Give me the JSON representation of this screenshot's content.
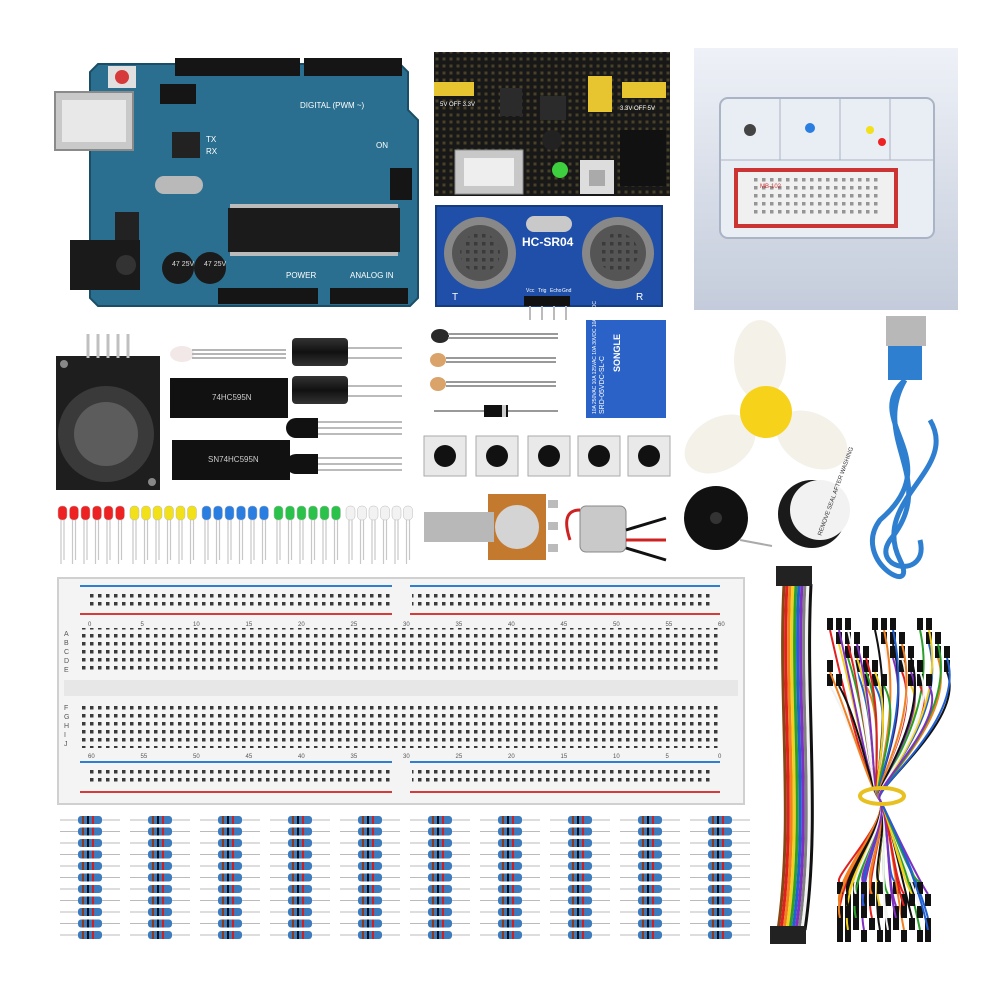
{
  "arduino": {
    "digital_label": "DIGITAL (PWM ~)",
    "power_label": "POWER",
    "analog_label": "ANALOG IN",
    "tx_label": "TX",
    "rx_label": "RX",
    "on_label": "ON",
    "cap1": "47 25V",
    "cap2": "47 25V"
  },
  "power_module": {
    "label_left": "5V OFF 3.3V",
    "label_right": "3.3V OFF 5V"
  },
  "ultrasonic": {
    "model": "HC-SR04",
    "t_label": "T",
    "r_label": "R",
    "pins": [
      "Vcc",
      "Trig",
      "Echo",
      "Gnd"
    ]
  },
  "storage_box": {
    "label": "MB-102"
  },
  "shift_registers": {
    "chip1": "74HC595N",
    "chip2": "SN74HC595N"
  },
  "relay": {
    "brand": "SONGLE",
    "model": "SRD-05VDC-SL-C",
    "ratings": "10A 250VAC 10A 125VAC 10A 30VDC 10A 28VDC"
  },
  "buzzer": {
    "sticker": "REMOVE SEAL AFTER WASHING"
  },
  "breadboard": {
    "rows_top": [
      "A",
      "B",
      "C",
      "D",
      "E"
    ],
    "rows_bottom": [
      "F",
      "G",
      "H",
      "I",
      "J"
    ],
    "columns_top": [
      "0",
      "5",
      "10",
      "15",
      "20",
      "25",
      "30",
      "35",
      "40",
      "45",
      "50",
      "55",
      "60"
    ],
    "columns_bottom": [
      "60",
      "55",
      "50",
      "45",
      "40",
      "35",
      "30",
      "25",
      "20",
      "15",
      "10",
      "5",
      "0"
    ]
  },
  "colors": {
    "arduino_pcb": "#2a6f8f",
    "power_pcb": "#1a1a1a",
    "sensor_pcb": "#1f4fa8",
    "relay_blue": "#2a62c8",
    "fan_yellow": "#f7d21a",
    "usb_cable": "#2f7fd0",
    "box_bg": "#d6dde9"
  },
  "led_colors": [
    "#ee2222",
    "#f2e018",
    "#2a7de1",
    "#2bc24a",
    "#f2f2f2"
  ]
}
